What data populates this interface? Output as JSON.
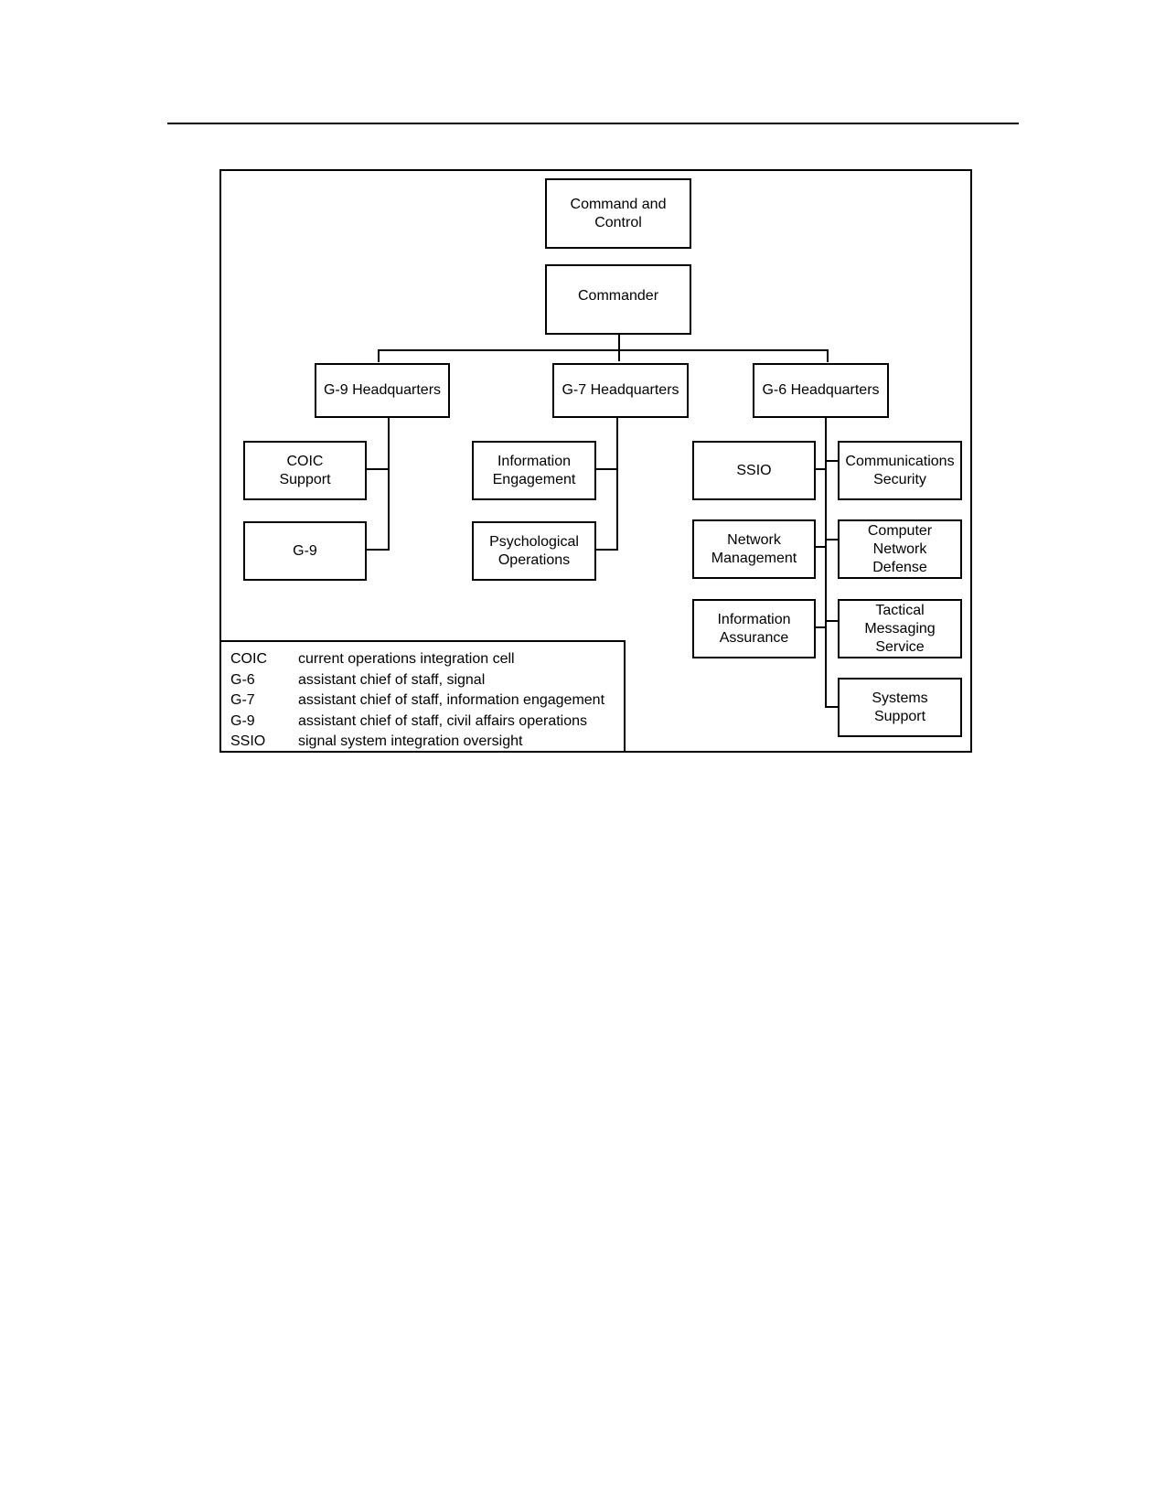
{
  "nodes": {
    "command_and_control": "Command and\nControl",
    "commander": "Commander",
    "g9_hq": "G-9 Headquarters",
    "g7_hq": "G-7 Headquarters",
    "g6_hq": "G-6 Headquarters",
    "coic_support": "COIC\nSupport",
    "g9": "G-9",
    "information_engagement": "Information\nEngagement",
    "psychological_operations": "Psychological\nOperations",
    "ssio": "SSIO",
    "network_management": "Network\nManagement",
    "information_assurance": "Information\nAssurance",
    "communications_security": "Communications\nSecurity",
    "computer_network_defense": "Computer\nNetwork\nDefense",
    "tactical_messaging_service": "Tactical\nMessaging\nService",
    "systems_support": "Systems\nSupport"
  },
  "legend": [
    {
      "abbr": "COIC",
      "text": "current operations integration cell"
    },
    {
      "abbr": "G-6",
      "text": "assistant chief of staff, signal"
    },
    {
      "abbr": "G-7",
      "text": "assistant chief of staff, information engagement"
    },
    {
      "abbr": "G-9",
      "text": "assistant chief of staff, civil affairs operations"
    },
    {
      "abbr": "SSIO",
      "text": "signal system integration oversight"
    }
  ]
}
